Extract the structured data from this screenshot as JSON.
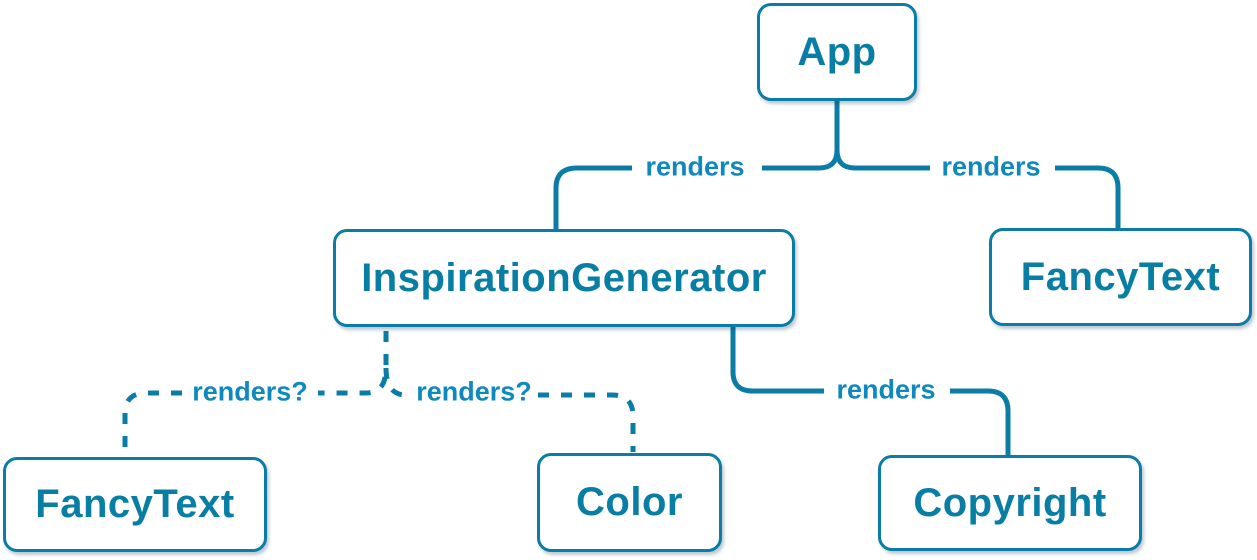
{
  "colors": {
    "node_border": "#0b7ca6",
    "node_text": "#087ea4",
    "node_background": "#ffffff",
    "edge": "#0b7ca6",
    "edge_label": "#0f89bd"
  },
  "nodes": {
    "app": {
      "label": "App"
    },
    "inspiration_generator": {
      "label": "InspirationGenerator"
    },
    "fancy_text_top": {
      "label": "FancyText"
    },
    "fancy_text_bottom": {
      "label": "FancyText"
    },
    "color": {
      "label": "Color"
    },
    "copyright": {
      "label": "Copyright"
    }
  },
  "edges": {
    "app_inspiration": {
      "label": "renders",
      "style": "solid"
    },
    "app_fancytext": {
      "label": "renders",
      "style": "solid"
    },
    "inspiration_copyright": {
      "label": "renders",
      "style": "solid"
    },
    "inspiration_fancytext": {
      "label": "renders?",
      "style": "dashed"
    },
    "inspiration_color": {
      "label": "renders?",
      "style": "dashed"
    }
  }
}
